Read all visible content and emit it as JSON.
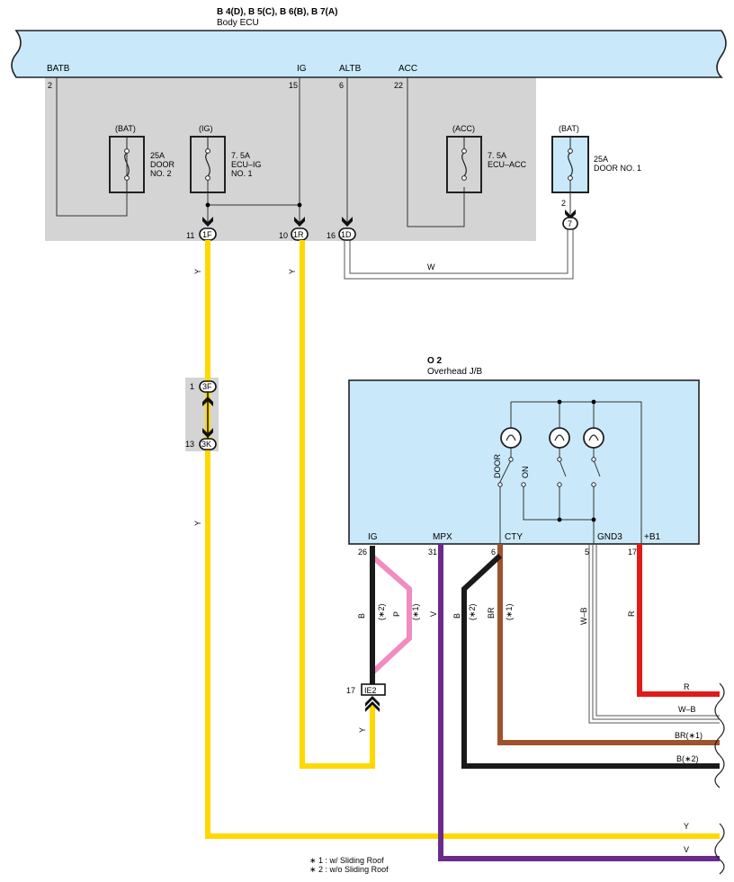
{
  "ecu": {
    "title": "B 4(D), B 5(C), B 6(B), B 7(A)",
    "subtitle": "Body ECU",
    "terminals": [
      {
        "name": "BATB",
        "pin": "2"
      },
      {
        "name": "IG",
        "pin": "15"
      },
      {
        "name": "ALTB",
        "pin": "6"
      },
      {
        "name": "ACC",
        "pin": "22"
      }
    ],
    "fuses": [
      {
        "header": "(BAT)",
        "line1": "25A",
        "line2": "DOOR",
        "line3": "NO. 2"
      },
      {
        "header": "(IG)",
        "line1": "7. 5A",
        "line2": "ECU–IG",
        "line3": "NO. 1"
      },
      {
        "header": "(ACC)",
        "line1": "7. 5A",
        "line2": "ECU–ACC",
        "line3": ""
      }
    ],
    "connectors": [
      {
        "pin": "11",
        "id": "1F"
      },
      {
        "pin": "10",
        "id": "1R"
      },
      {
        "pin": "16",
        "id": "1D"
      }
    ]
  },
  "ext_fuse": {
    "header": "(BAT)",
    "line1": "25A",
    "line2": "DOOR NO. 1",
    "pin": "2",
    "connector": "7"
  },
  "jc": {
    "top_pin": "1",
    "top_id": "3F",
    "bottom_pin": "13",
    "bottom_id": "3K"
  },
  "jb": {
    "title": "O 2",
    "subtitle": "Overhead J/B",
    "terminals": [
      {
        "name": "IG",
        "pin": "26"
      },
      {
        "name": "MPX",
        "pin": "31"
      },
      {
        "name": "CTY",
        "pin": "6"
      },
      {
        "name": "GND3",
        "pin": "5"
      },
      {
        "name": "+B1",
        "pin": "17"
      }
    ],
    "switch_labels": {
      "door": "DOOR",
      "on": "ON"
    }
  },
  "ie2": {
    "pin": "17",
    "id": "IE2"
  },
  "wires": {
    "y": "Y",
    "w": "W",
    "b": "B",
    "p": "P",
    "v": "V",
    "br": "BR",
    "wb": "W–B",
    "r": "R",
    "mark1": "(∗1)",
    "mark2": "(∗2)"
  },
  "right_labels": {
    "r": "R",
    "wb": "W–B",
    "br": "BR(∗1)",
    "b": "B(∗2)",
    "y": "Y",
    "v": "V"
  },
  "notes": [
    "∗ 1 : w/ Sliding Roof",
    "∗ 2 : w/o Sliding Roof"
  ],
  "colors": {
    "panel": "#c9e9fb",
    "ecu_bg": "#d4d4d4",
    "yellow": "#ffd800",
    "pink": "#f08cc0",
    "black": "#1a1a1a",
    "purple": "#6b2a8c",
    "brown": "#a0522d",
    "red": "#e21a1a"
  }
}
